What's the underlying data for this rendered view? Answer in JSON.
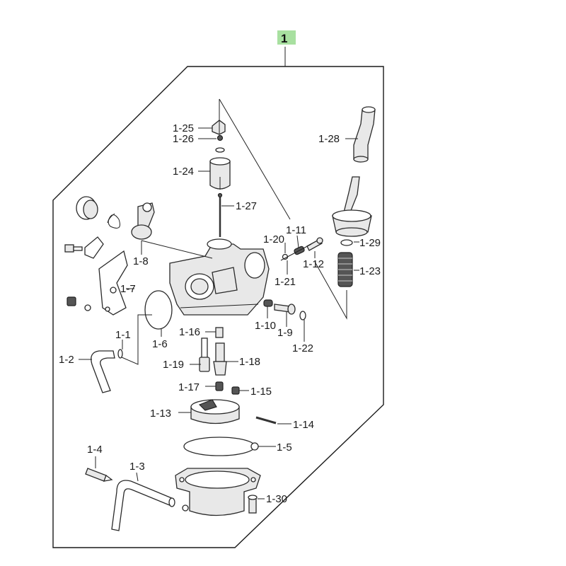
{
  "assembly": {
    "main_label": "1",
    "highlight_color": "#a8e0a0"
  },
  "callouts": {
    "p1_1": "1-1",
    "p1_2": "1-2",
    "p1_3": "1-3",
    "p1_4": "1-4",
    "p1_5": "1-5",
    "p1_6": "1-6",
    "p1_7": "1-7",
    "p1_8": "1-8",
    "p1_9": "1-9",
    "p1_10": "1-10",
    "p1_11": "1-11",
    "p1_12": "1-12",
    "p1_13": "1-13",
    "p1_14": "1-14",
    "p1_15": "1-15",
    "p1_16": "1-16",
    "p1_17": "1-17",
    "p1_18": "1-18",
    "p1_19": "1-19",
    "p1_20": "1-20",
    "p1_21": "1-21",
    "p1_22": "1-22",
    "p1_23": "1-23",
    "p1_24": "1-24",
    "p1_25": "1-25",
    "p1_26": "1-26",
    "p1_27": "1-27",
    "p1_28": "1-28",
    "p1_29": "1-29",
    "p1_30": "1-30"
  }
}
